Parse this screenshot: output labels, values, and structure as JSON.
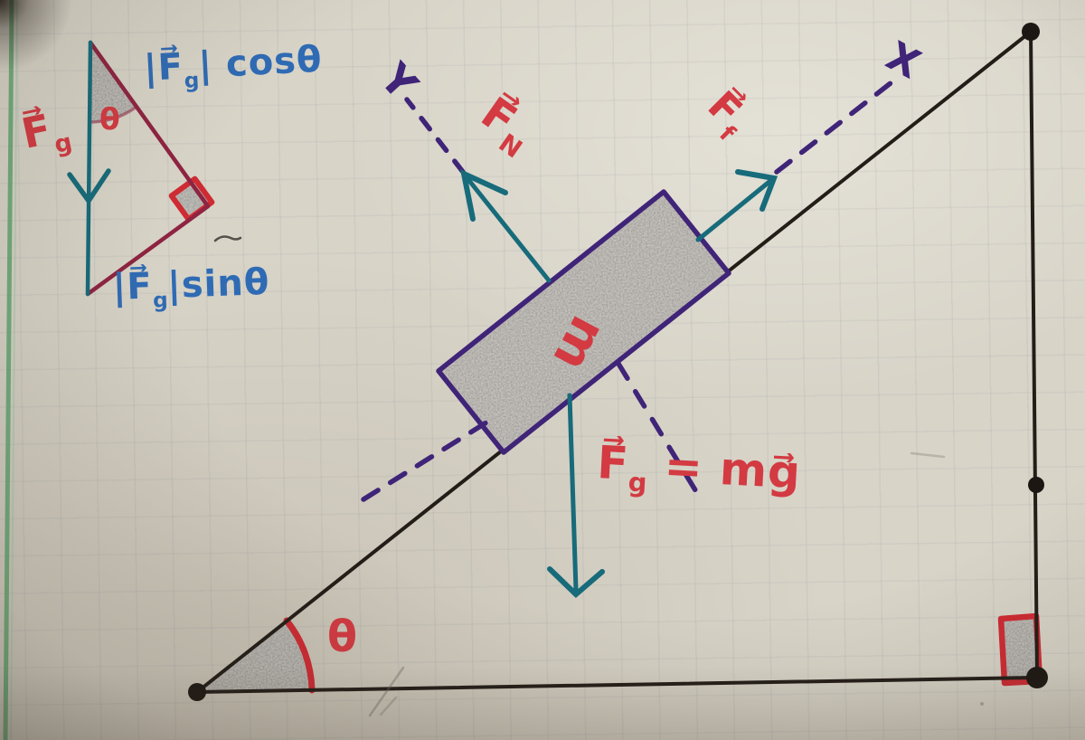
{
  "decomposition": {
    "gravity_vector": {
      "pre": "F⃗",
      "sub": "g"
    },
    "cos_component": {
      "pre": "|F⃗",
      "sub": "g",
      "post": "| cosθ"
    },
    "sin_component": {
      "pre": "|F⃗",
      "sub": "g",
      "post": "|sinθ"
    },
    "angle": "θ"
  },
  "incline": {
    "normal_force": {
      "pre": "F⃗",
      "sub": "N"
    },
    "friction_force": {
      "pre": "F⃗",
      "sub": "f"
    },
    "weight_equation": {
      "pre": "F⃗",
      "sub": "g",
      "post": " = mg⃗"
    },
    "mass": "m",
    "y_axis": "Y",
    "x_axis": "X",
    "angle": "θ"
  },
  "colors": {
    "paper": "#d8d4c8",
    "margin_line_green": "#67a875",
    "ink_black": "#231d18",
    "marker_red": "#d33a42",
    "marker_blue": "#2f6bb4",
    "marker_maroon": "#8e2441",
    "marker_teal": "#176b7a",
    "marker_purple": "#3f2478",
    "pencil_gray": "#8f8c86"
  }
}
